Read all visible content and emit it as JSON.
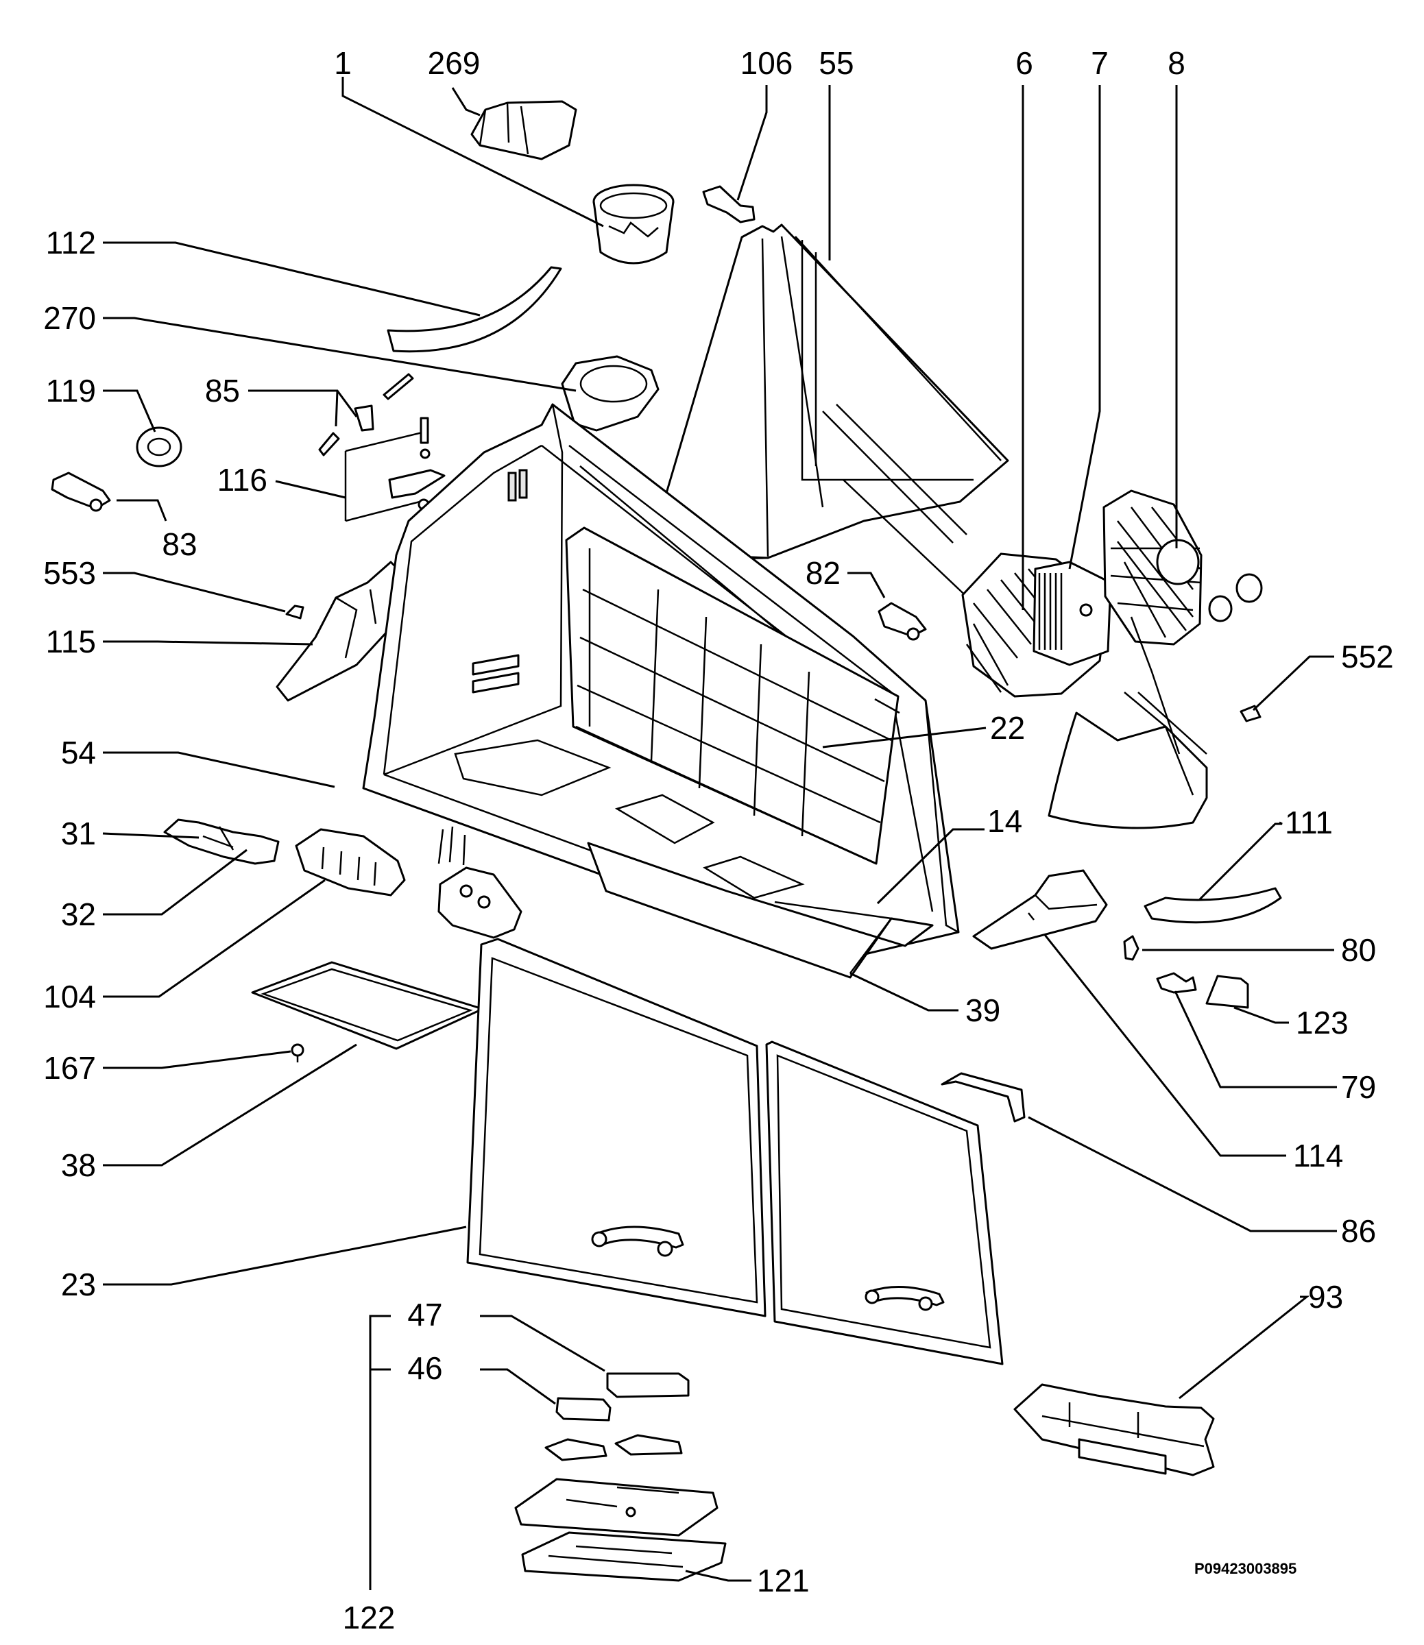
{
  "diagram": {
    "drawing_code": "P09423003895",
    "part_labels": [
      "1",
      "269",
      "106",
      "55",
      "6",
      "7",
      "8",
      "112",
      "270",
      "119",
      "85",
      "116",
      "83",
      "553",
      "115",
      "82",
      "552",
      "22",
      "54",
      "14",
      "31",
      "111",
      "32",
      "104",
      "80",
      "39",
      "123",
      "167",
      "79",
      "38",
      "114",
      "86",
      "23",
      "93",
      "47",
      "46",
      "121",
      "122"
    ]
  }
}
